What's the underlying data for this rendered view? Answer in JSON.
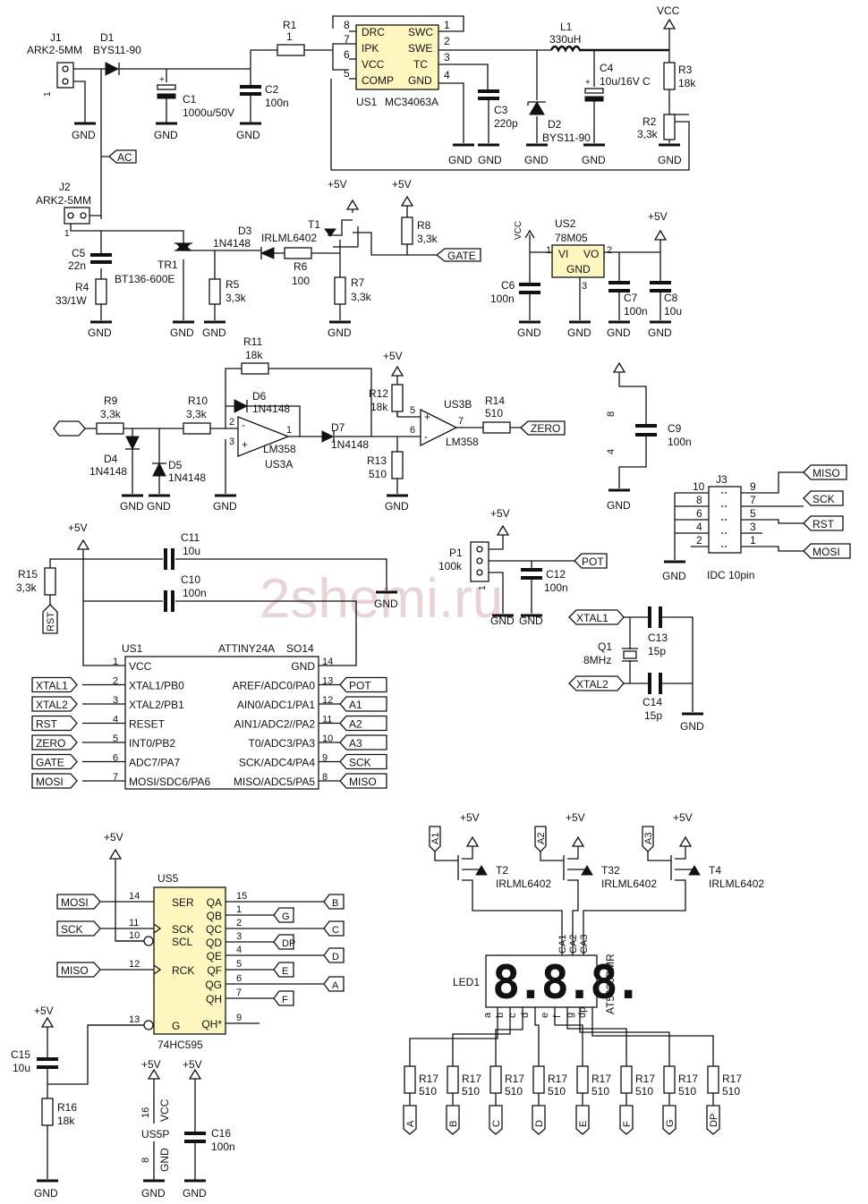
{
  "watermark": "2shemi.ru",
  "gnd": "GND",
  "vcc": "VCC",
  "p5v": "+5V",
  "power_supply": {
    "j1": "J1",
    "j1_type": "ARK2-5MM",
    "d1": "D1",
    "d1_val": "BYS11-90",
    "c1": "C1",
    "c1_val": "1000u/50V",
    "r1": "R1",
    "r1_val": "1",
    "c2": "C2",
    "c2_val": "100n",
    "us1": "US1",
    "us1_type": "MC34063A",
    "us1_pins": [
      "DRC",
      "IPK",
      "VCC",
      "COMP",
      "SWC",
      "SWE",
      "TC",
      "GND"
    ],
    "us1_nums": [
      "8",
      "7",
      "6",
      "5",
      "1",
      "2",
      "3",
      "4"
    ],
    "c3": "C3",
    "c3_val": "220p",
    "l1": "L1",
    "l1_val": "330uH",
    "d2": "D2",
    "d2_val": "BYS11-90",
    "c4": "C4",
    "c4_val": "10u/16V C",
    "r3": "R3",
    "r3_val": "18k",
    "r2": "R2",
    "r2_val": "3,3k"
  },
  "triac": {
    "ac": "AC",
    "j2": "J2",
    "j2_type": "ARK2-5MM",
    "c5": "C5",
    "c5_val": "22n",
    "r4": "R4",
    "r4_val": "33/1W",
    "tr1": "TR1",
    "tr1_val": "BT136-600E",
    "d3": "D3",
    "d3_val": "1N4148",
    "r5": "R5",
    "r5_val": "3,3k",
    "r6": "R6",
    "r6_val": "100",
    "t1": "T1",
    "t1_val": "IRLML6402",
    "r7": "R7",
    "r7_val": "3,3k",
    "r8": "R8",
    "r8_val": "3,3k",
    "gate": "GATE"
  },
  "regulator": {
    "us2": "US2",
    "us2_type": "78M05",
    "vi": "VI",
    "vo": "VO",
    "gnd_pin": "GND",
    "c6": "C6",
    "c6_val": "100n",
    "c7": "C7",
    "c7_val": "100n",
    "c8": "C8",
    "c8_val": "10u"
  },
  "zero_detect": {
    "r9": "R9",
    "r9_val": "3,3k",
    "r10": "R10",
    "r10_val": "3,3k",
    "r11": "R11",
    "r11_val": "18k",
    "d4": "D4",
    "d4_val": "1N4148",
    "d5": "D5",
    "d5_val": "1N4148",
    "d6": "D6",
    "d6_val": "1N4148",
    "d7": "D7",
    "d7_val": "1N4148",
    "us3a": "US3A",
    "us3b": "US3B",
    "lm358": "LM358",
    "r12": "R12",
    "r12_val": "18k",
    "r13": "R13",
    "r13_val": "510",
    "r14": "R14",
    "r14_val": "510",
    "zero": "ZERO",
    "c9": "C9",
    "c9_val": "100n"
  },
  "isp": {
    "j3": "J3",
    "j3_type": "IDC 10pin",
    "left_pins": [
      "10",
      "8",
      "6",
      "4",
      "2"
    ],
    "right_pins": [
      "9",
      "7",
      "5",
      "3",
      "1"
    ],
    "miso": "MISO",
    "sck": "SCK",
    "rst": "RST",
    "mosi": "MOSI"
  },
  "mcu": {
    "r15": "R15",
    "r15_val": "3,3k",
    "rst": "RST",
    "c11": "C11",
    "c11_val": "10u",
    "c10": "C10",
    "c10_val": "100n",
    "us1": "US1",
    "type": "ATTINY24A",
    "pkg": "SO14",
    "left_pins": [
      {
        "num": "1",
        "name": "VCC",
        "net": ""
      },
      {
        "num": "2",
        "name": "XTAL1/PB0",
        "net": "XTAL1"
      },
      {
        "num": "3",
        "name": "XTAL2/PB1",
        "net": "XTAL2"
      },
      {
        "num": "4",
        "name": "RESET",
        "net": "RST"
      },
      {
        "num": "5",
        "name": "INT0/PB2",
        "net": "ZERO"
      },
      {
        "num": "6",
        "name": "ADC7/PA7",
        "net": "GATE"
      },
      {
        "num": "7",
        "name": "MOSI/SDC6/PA6",
        "net": "MOSI"
      }
    ],
    "right_pins": [
      {
        "num": "14",
        "name": "GND",
        "net": ""
      },
      {
        "num": "13",
        "name": "AREF/ADC0/PA0",
        "net": "POT"
      },
      {
        "num": "12",
        "name": "AIN0/ADC1/PA1",
        "net": "A1"
      },
      {
        "num": "11",
        "name": "AIN1/ADC2//PA2",
        "net": "A2"
      },
      {
        "num": "10",
        "name": "T0/ADC3/PA3",
        "net": "A3"
      },
      {
        "num": "9",
        "name": "SCK/ADC4/PA4",
        "net": "SCK"
      },
      {
        "num": "8",
        "name": "MISO/ADC5/PA5",
        "net": "MISO"
      }
    ]
  },
  "pot": {
    "p1": "P1",
    "p1_val": "100k",
    "pin1": "1",
    "c12": "C12",
    "c12_val": "100n",
    "pot": "POT"
  },
  "crystal": {
    "xtal1": "XTAL1",
    "xtal2": "XTAL2",
    "q1": "Q1",
    "q1_val": "8MHz",
    "c13": "C13",
    "c13_val": "15p",
    "c14": "C14",
    "c14_val": "15p"
  },
  "shift": {
    "us5": "US5",
    "type": "74HC595",
    "left_pins": [
      {
        "num": "14",
        "name": "SER",
        "net": "MOSI"
      },
      {
        "num": "11",
        "name": "SCK",
        "net": "SCK"
      },
      {
        "num": "10",
        "name": "SCL",
        "net": ""
      },
      {
        "num": "12",
        "name": "RCK",
        "net": "MISO"
      },
      {
        "num": "13",
        "name": "G",
        "net": ""
      }
    ],
    "right_pins": [
      {
        "num": "15",
        "name": "QA",
        "net": "B"
      },
      {
        "num": "1",
        "name": "QB",
        "net": "G"
      },
      {
        "num": "2",
        "name": "QC",
        "net": "C"
      },
      {
        "num": "3",
        "name": "QD",
        "net": "DP"
      },
      {
        "num": "4",
        "name": "QE",
        "net": "D"
      },
      {
        "num": "5",
        "name": "QF",
        "net": "E"
      },
      {
        "num": "6",
        "name": "QG",
        "net": "A"
      },
      {
        "num": "7",
        "name": "QH",
        "net": "F"
      },
      {
        "num": "9",
        "name": "QH*",
        "net": ""
      }
    ],
    "c15": "C15",
    "c15_val": "10u",
    "r16": "R16",
    "r16_val": "18k",
    "us5p": "US5P",
    "vcc_pin": "16",
    "gnd_pin": "8",
    "c16": "C16",
    "c16_val": "100n"
  },
  "display": {
    "transistors": [
      {
        "ref": "T2",
        "val": "IRLML6402",
        "net": "A1"
      },
      {
        "ref": "T32",
        "val": "IRLML6402",
        "net": "A2"
      },
      {
        "ref": "T4",
        "val": "IRLML6402",
        "net": "A3"
      }
    ],
    "led": "LED1",
    "led_type": "AT5636BMR",
    "digits": "8.8.8.",
    "anodes": [
      "CA1",
      "CA2",
      "CA3"
    ],
    "segments": [
      "a",
      "b",
      "c",
      "d",
      "e",
      "f",
      "g",
      "dp"
    ],
    "resistors": [
      {
        "ref": "R17",
        "val": "510",
        "net": "A"
      },
      {
        "ref": "R17",
        "val": "510",
        "net": "B"
      },
      {
        "ref": "R17",
        "val": "510",
        "net": "C"
      },
      {
        "ref": "R17",
        "val": "510",
        "net": "D"
      },
      {
        "ref": "R17",
        "val": "510",
        "net": "E"
      },
      {
        "ref": "R17",
        "val": "510",
        "net": "F"
      },
      {
        "ref": "R17",
        "val": "510",
        "net": "G"
      },
      {
        "ref": "R17",
        "val": "510",
        "net": "DP"
      }
    ]
  }
}
